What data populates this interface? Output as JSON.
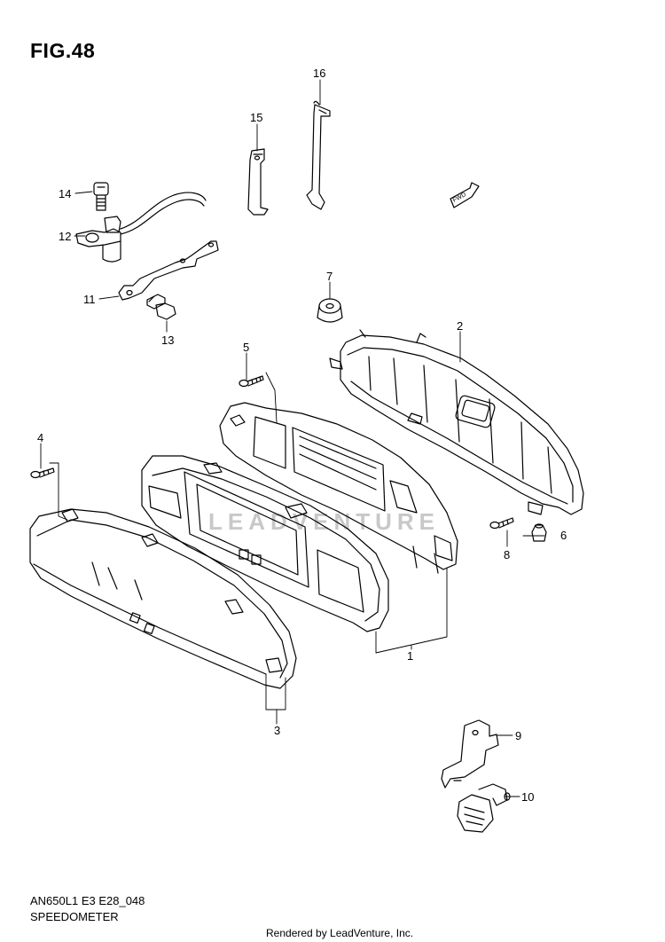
{
  "figure": {
    "title": "FIG.48",
    "code": "AN650L1 E3 E28_048",
    "caption": "SPEEDOMETER"
  },
  "watermark": "LEADVENTURE",
  "fwd_label": "FWD",
  "credit": "Rendered by LeadVenture, Inc.",
  "callouts": [
    "1",
    "2",
    "3",
    "4",
    "5",
    "6",
    "7",
    "8",
    "9",
    "10",
    "11",
    "12",
    "13",
    "14",
    "15",
    "16"
  ]
}
